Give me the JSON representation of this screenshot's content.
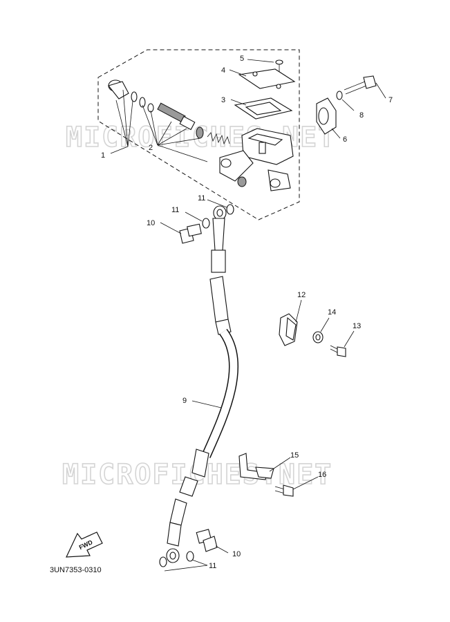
{
  "watermark": "MICROFICHES.NET",
  "diagram_code": "3UN7353-0310",
  "fwd_label": "FWD",
  "callouts": {
    "c1": "1",
    "c2": "2",
    "c3": "3",
    "c4": "4",
    "c5": "5",
    "c6": "6",
    "c7": "7",
    "c8": "8",
    "c9": "9",
    "c10a": "10",
    "c10b": "10",
    "c11a": "11",
    "c11b": "11",
    "c11c": "11",
    "c12": "12",
    "c13": "13",
    "c14": "14",
    "c15": "15",
    "c16": "16"
  }
}
